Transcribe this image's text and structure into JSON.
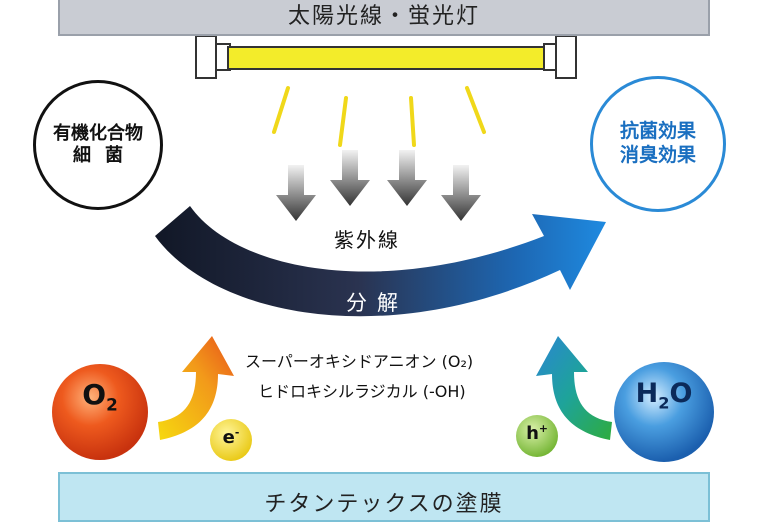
{
  "top_box": {
    "label": "太陽光線・蛍光灯"
  },
  "bottom_box": {
    "label": "チタンテックスの塗膜"
  },
  "left_circle": {
    "line1": "有機化合物",
    "line2": "細菌"
  },
  "right_circle": {
    "line1": "抗菌効果",
    "line2": "消臭効果"
  },
  "uv_label": "紫外線",
  "decompose_label": "分解",
  "reactions": {
    "line1": "スーパーオキシドアニオン (O₂)",
    "line2": "ヒドロキシルラジカル (-OH)"
  },
  "molecules": {
    "left_main": "O",
    "left_sub": "2",
    "right_main_a": "H",
    "right_sub": "2",
    "right_main_b": "O",
    "electron_main": "e",
    "electron_sup": "-",
    "hole_main": "h",
    "hole_sup": "+"
  },
  "colors": {
    "lamp_tube": "#f3ec2a",
    "ray": "#f0d81a",
    "big_arrow_dark": "#141b2c",
    "big_arrow_light": "#1f86d8",
    "o2_ball": "#e2461a",
    "h2o_ball": "#2478c4",
    "electron_ball": "#f2dc19",
    "hole_ball": "#8dc63f"
  },
  "icons": [
    "lamp-icon",
    "down-arrow-icon",
    "curved-arrow-icon"
  ]
}
